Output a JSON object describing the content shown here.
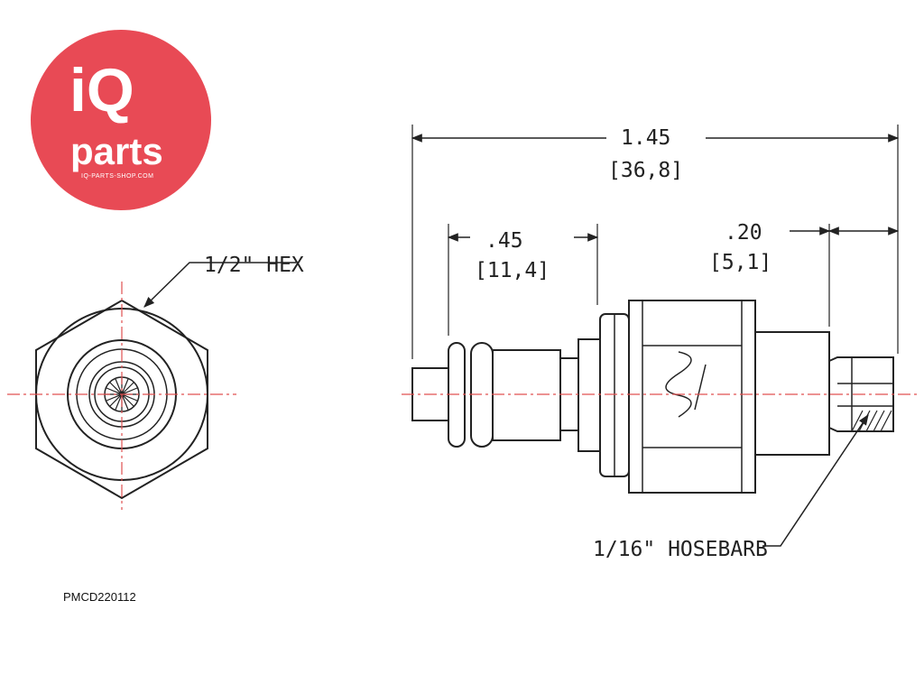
{
  "logo": {
    "brand_top": "iQ",
    "brand_bottom": "parts",
    "site": "IQ-PARTS-SHOP.COM",
    "color": "#e84a55"
  },
  "dimensions": {
    "overall": "1.45",
    "overall_metric": "[36,8]",
    "front": ".45",
    "front_metric": "[11,4]",
    "barb": ".20",
    "barb_metric": "[5,1]"
  },
  "callouts": {
    "hex": "1/2\" HEX",
    "hosebarb": "1/16\" HOSEBARB"
  },
  "part_number": "PMCD220112",
  "colors": {
    "line": "#222222",
    "centerline": "#e05050"
  }
}
